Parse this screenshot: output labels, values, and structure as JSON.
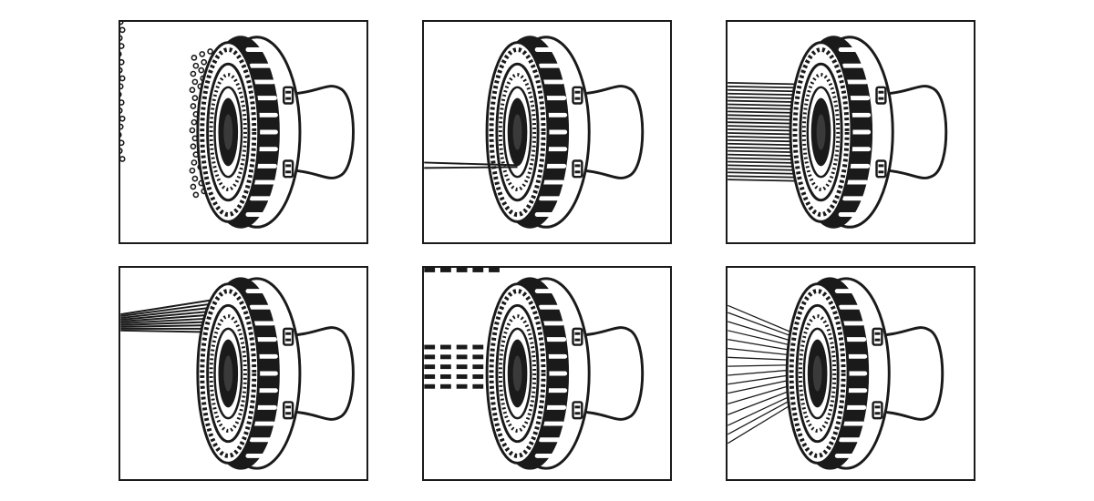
{
  "colors": {
    "ink": "#1a1a1a",
    "paper": "#ffffff"
  },
  "panels": [
    {
      "id": "p1",
      "mode": "bubble-spray"
    },
    {
      "id": "p2",
      "mode": "single-jet"
    },
    {
      "id": "p3",
      "mode": "full-stream"
    },
    {
      "id": "p4",
      "mode": "angled-fan"
    },
    {
      "id": "p5",
      "mode": "pulse-spray"
    },
    {
      "id": "p6",
      "mode": "wide-shower"
    }
  ]
}
